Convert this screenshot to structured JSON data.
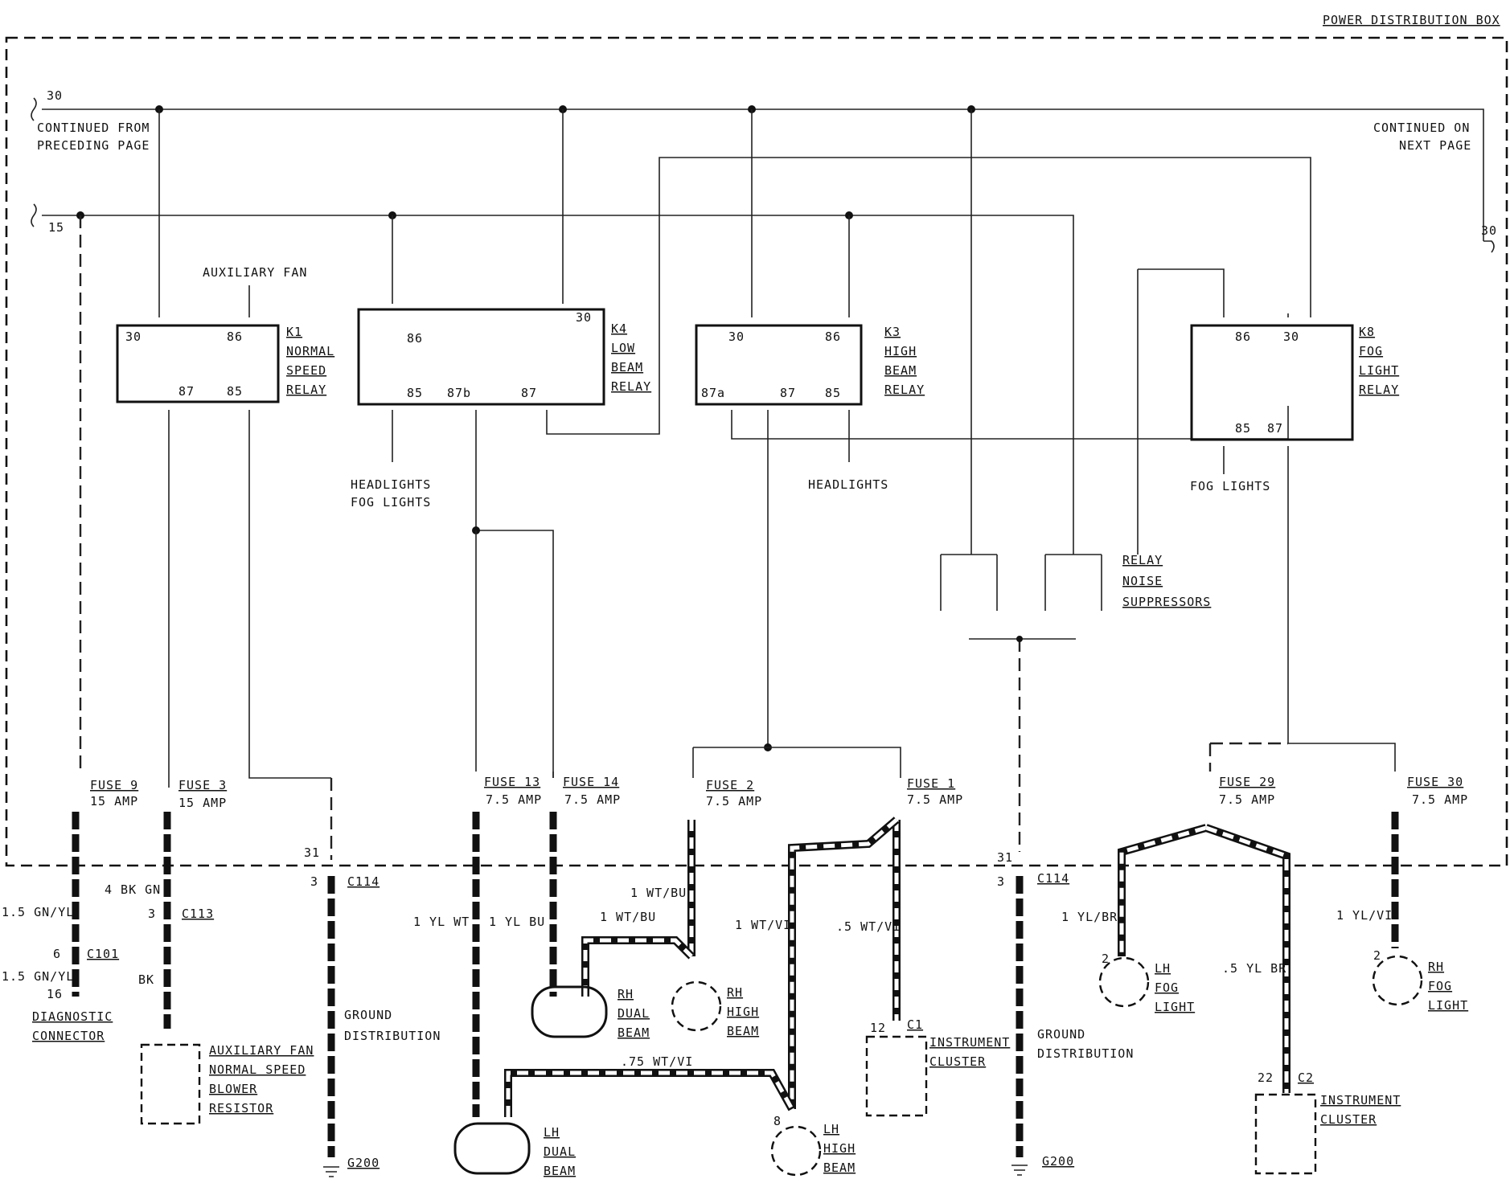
{
  "title": "POWER DISTRIBUTION BOX",
  "left_notes": {
    "terminal_30": "30",
    "terminal_15": "15",
    "continued_from": [
      "CONTINUED FROM",
      "PRECEDING PAGE"
    ]
  },
  "right_notes": {
    "terminal_30": "30",
    "continued_on": [
      "CONTINUED ON",
      "NEXT PAGE"
    ]
  },
  "relays": {
    "k1": {
      "id": "K1",
      "name": [
        "NORMAL",
        "SPEED",
        "RELAY"
      ],
      "pins": [
        "30",
        "86",
        "87",
        "85"
      ],
      "feed": "AUXILIARY FAN"
    },
    "k4": {
      "id": "K4",
      "name": [
        "LOW",
        "BEAM",
        "RELAY"
      ],
      "pins": [
        "30",
        "86",
        "85",
        "87b",
        "87"
      ],
      "out": [
        "HEADLIGHTS",
        "FOG LIGHTS"
      ]
    },
    "k3": {
      "id": "K3",
      "name": [
        "HIGH",
        "BEAM",
        "RELAY"
      ],
      "pins": [
        "30",
        "86",
        "87a",
        "87",
        "85"
      ],
      "out": [
        "HEADLIGHTS"
      ]
    },
    "k8": {
      "id": "K8",
      "name": [
        "FOG",
        "LIGHT",
        "RELAY"
      ],
      "pins": [
        "86",
        "30",
        "85",
        "87"
      ],
      "out": [
        "FOG LIGHTS"
      ]
    }
  },
  "suppressors": [
    "RELAY",
    "NOISE",
    "SUPPRESSORS"
  ],
  "fuses": [
    {
      "name": "FUSE 9",
      "rating": "15 AMP"
    },
    {
      "name": "FUSE 3",
      "rating": "15 AMP"
    },
    {
      "name": "FUSE 13",
      "rating": "7.5 AMP"
    },
    {
      "name": "FUSE 14",
      "rating": "7.5 AMP"
    },
    {
      "name": "FUSE 2",
      "rating": "7.5 AMP"
    },
    {
      "name": "FUSE 1",
      "rating": "7.5 AMP"
    },
    {
      "name": "FUSE 29",
      "rating": "7.5 AMP"
    },
    {
      "name": "FUSE 30",
      "rating": "7.5 AMP"
    }
  ],
  "wires": {
    "w1": "1.5 GN/YL",
    "w2": "1.5 GN/YL",
    "w3": "4 BK GN",
    "w4": "BK",
    "w5": "1 YL WT",
    "w6": "1 YL BU",
    "w7": "1 WT/BU",
    "w8": "1 WT/BU",
    "w9": "1 WT/VI",
    "w10": ".5 WT/VI",
    "w11": ".75 WT/VI",
    "w12": "1 YL/BR",
    "w13": ".5 YL BR",
    "w14": "1 YL/VI"
  },
  "connectors": {
    "c101": "C101",
    "c101_pin_top": "6",
    "c101_pin_bot": "16",
    "c113": "C113",
    "c113_pin": "3",
    "c114a": "C114",
    "c114a_pin_top": "31",
    "c114a_pin": "3",
    "c114b": "C114",
    "c114b_pin_top": "31",
    "c114b_pin": "3",
    "c1": "C1",
    "c1_pin": "12",
    "c2": "C2",
    "c2_pin": "22",
    "g200a": "G200",
    "g200b": "G200",
    "lhhigh_pin": "8",
    "lhfog_pin": "2",
    "rhfog_pin": "2"
  },
  "components": {
    "diag": [
      "DIAGNOSTIC",
      "CONNECTOR"
    ],
    "blower": [
      "AUXILIARY FAN",
      "NORMAL SPEED",
      "BLOWER",
      "RESISTOR"
    ],
    "ground1": [
      "GROUND",
      "DISTRIBUTION"
    ],
    "ground2": [
      "GROUND",
      "DISTRIBUTION"
    ],
    "rhdual": [
      "RH",
      "DUAL",
      "BEAM"
    ],
    "lhdual": [
      "LH",
      "DUAL",
      "BEAM"
    ],
    "rhhigh": [
      "RH",
      "HIGH",
      "BEAM"
    ],
    "lhhigh": [
      "LH",
      "HIGH",
      "BEAM"
    ],
    "inst1": [
      "INSTRUMENT",
      "CLUSTER"
    ],
    "inst2": [
      "INSTRUMENT",
      "CLUSTER"
    ],
    "lhfog": [
      "LH",
      "FOG",
      "LIGHT"
    ],
    "rhfog": [
      "RH",
      "FOG",
      "LIGHT"
    ]
  }
}
